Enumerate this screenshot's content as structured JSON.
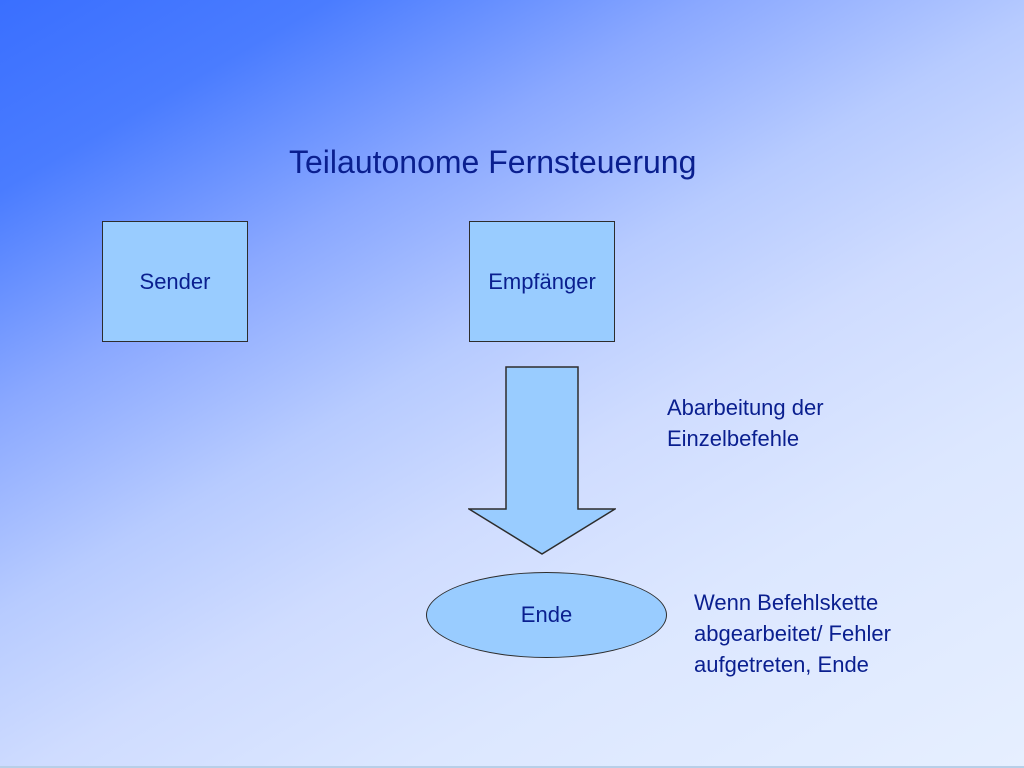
{
  "slide": {
    "title": "Teilautonome Fernsteuerung",
    "boxes": {
      "sender": "Sender",
      "receiver": "Empfänger"
    },
    "end_node": "Ende",
    "notes": {
      "processing": [
        "Abarbeitung der",
        "Einzelbefehle"
      ],
      "end_condition": [
        "Wenn Befehlskette",
        "abgearbeitet/ Fehler",
        "aufgetreten, Ende"
      ]
    },
    "colors": {
      "shape_fill": "#99ccff",
      "text": "#0a1f8f",
      "outline": "#2d2d2d"
    },
    "icons": {
      "flow_arrow": "down-arrow-icon"
    }
  }
}
